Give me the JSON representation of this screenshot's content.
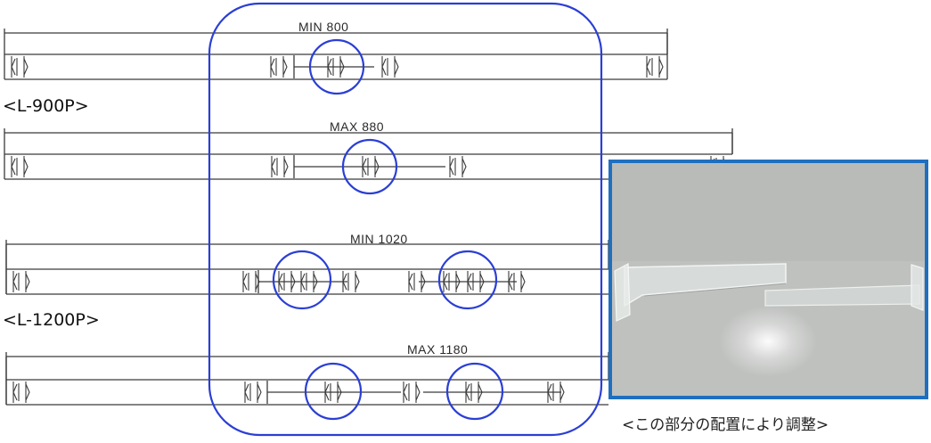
{
  "diagram": {
    "rows": [
      {
        "dimension": "MIN 800"
      },
      {
        "dimension": "MAX 880"
      },
      {
        "dimension": "MIN 1020"
      },
      {
        "dimension": "MAX 1180"
      }
    ],
    "models": [
      {
        "label": "<L-900P>"
      },
      {
        "label": "<L-1200P>"
      }
    ],
    "colors": {
      "highlight": "#2b3fd4",
      "photo_border": "#1f6fc0",
      "line": "#3a3a3a"
    }
  },
  "photo": {
    "caption": "<この部分の配置により調整>"
  }
}
